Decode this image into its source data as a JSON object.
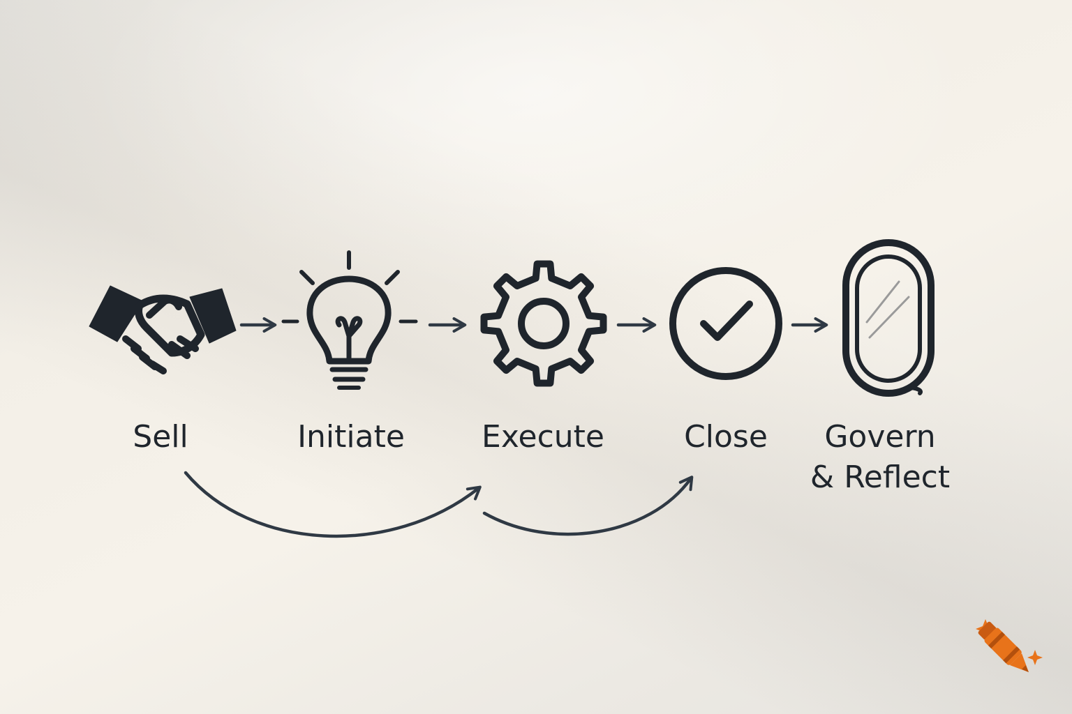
{
  "diagram": {
    "stages": [
      {
        "label": "Sell",
        "icon": "handshake-icon"
      },
      {
        "label": "Initiate",
        "icon": "lightbulb-icon"
      },
      {
        "label": "Execute",
        "icon": "gear-icon"
      },
      {
        "label": "Close",
        "icon": "check-circle-icon"
      },
      {
        "label_line1": "Govern",
        "label_line2": "& Reflect",
        "icon": "mirror-icon"
      }
    ],
    "colors": {
      "ink": "#1f252c",
      "arrow": "#2f3944",
      "accent": "#e8731a"
    },
    "logo_icon": "crayon-icon"
  }
}
